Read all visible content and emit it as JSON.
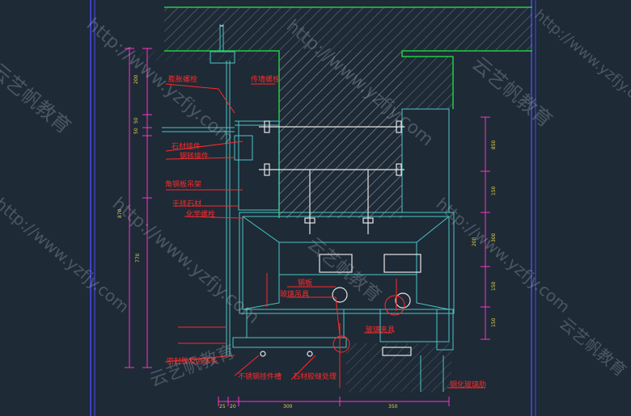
{
  "labels": {
    "expansion_bolt_top": "膨胀螺栓",
    "through_bolt": "传墙螺栓",
    "stone_bracket": "石材挂件",
    "steel_angle": "钢转接件",
    "steel_plate_hanger": "角钢板吊架",
    "dry_hang_stone": "干挂石材",
    "chemical_bolt": "化学螺栓",
    "steel_plate": "钢板",
    "glass_hanger": "玻璃吊具",
    "glass_clamp": "玻璃夹具",
    "sealant_foam": "密封胶及泡沫条",
    "stainless_steel_bracket": "不锈钢挂件槽",
    "stone_glue_joint": "石材胶缝处理",
    "tempered_glass": "钢化玻璃肋"
  },
  "dimensions": {
    "left": [
      "200",
      "50",
      "50",
      "870",
      "770"
    ],
    "right": [
      "850",
      "150",
      "300",
      "150",
      "150",
      "200"
    ],
    "bottom": [
      "25",
      "20",
      "300",
      "350"
    ]
  },
  "watermarks": {
    "url": "http://www.yzfjy.com",
    "brand": "云艺帆教育"
  },
  "colors": {
    "background": "#1e2a36",
    "label": "#ff2a2a",
    "line": "#49c6c6",
    "frame": "#4a4af0",
    "hatch": "#aeb8c2",
    "ground": "#22cc44",
    "dim": "#ff33cc"
  }
}
